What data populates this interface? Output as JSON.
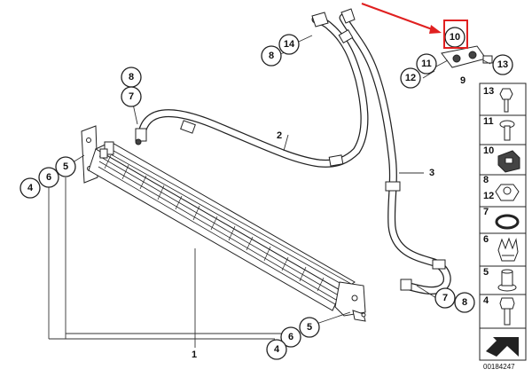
{
  "diagram": {
    "callouts": {
      "c14": "14",
      "c8_top": "8",
      "c10": "10",
      "c11": "11",
      "c13": "13",
      "c12": "12",
      "c8_left": "8",
      "c7_left": "7",
      "c5_upper": "5",
      "c6_upper": "6",
      "c4_upper": "4",
      "c7_bottom": "7",
      "c8_bottom": "8",
      "c5_lower": "5",
      "c6_lower": "6",
      "c4_lower": "4"
    },
    "labels": {
      "part1": "1",
      "part2": "2",
      "part3": "3",
      "part9": "9"
    },
    "legend": [
      {
        "number": "13",
        "icon": "bolt-icon"
      },
      {
        "number": "11",
        "icon": "screw-icon"
      },
      {
        "number": "10",
        "icon": "clip-icon"
      },
      {
        "number": "8",
        "number2": "12",
        "icon": "nut-icon"
      },
      {
        "number": "7",
        "icon": "o-ring-icon"
      },
      {
        "number": "6",
        "icon": "rubber-mount-icon"
      },
      {
        "number": "5",
        "icon": "grommet-icon"
      },
      {
        "number": "4",
        "icon": "bolt-icon"
      }
    ],
    "document_number": "00184247",
    "highlight_color": "#e02020"
  }
}
